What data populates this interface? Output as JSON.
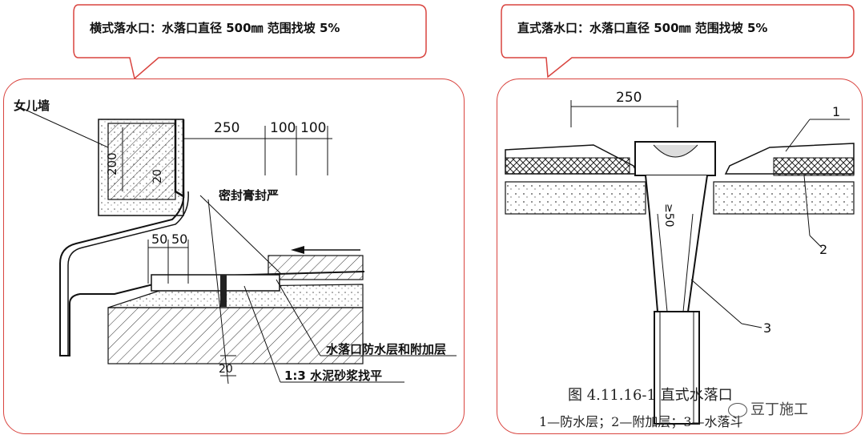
{
  "left": {
    "callout": "横式落水口：水落口直径 500㎜ 范围找坡 5%",
    "labels": {
      "parapet": "女儿墙",
      "sealant": "密封膏封严",
      "dim_250": "250",
      "dim_100a": "100",
      "dim_100b": "100",
      "dim_200": "200",
      "dim_20": "20",
      "dim_50a": "50",
      "dim_50b": "50",
      "dim_20b": "20",
      "waterproof": "水落口防水层和附加层",
      "mortar": "1:3 水泥砂浆找平"
    }
  },
  "right": {
    "callout": "直式落水口：水落口直径 500㎜ 范围找坡 5%",
    "labels": {
      "dim_250": "250",
      "dim_50": "≥50",
      "num1": "1",
      "num2": "2",
      "num3": "3"
    },
    "caption_title": "图 4.11.16-1    直式水落口",
    "caption_legend": "1—防水层；2—附加层；3—水落斗",
    "watermark": "豆丁施工"
  },
  "colors": {
    "border": "#d9443f"
  }
}
